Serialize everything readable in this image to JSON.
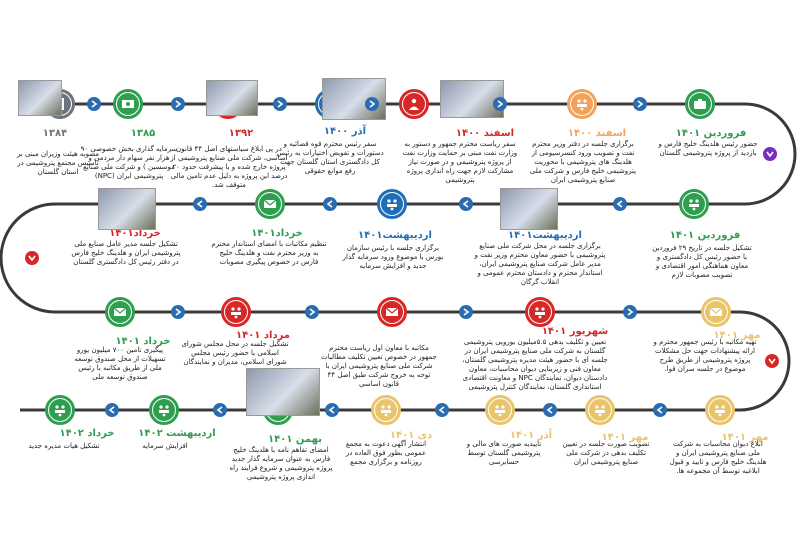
{
  "colors": {
    "track": "#3a3a3a",
    "chevron": "#2b6cb0",
    "green": "#2e9e4f",
    "blue": "#1e6fb8",
    "red": "#d62828",
    "orange": "#f4a259",
    "yellow": "#e9c46a",
    "purple": "#7b2cbf",
    "gray": "#6c757d"
  },
  "events": [
    {
      "id": "e1",
      "date": "۱۳۸۴",
      "desc": "مصوبه هیئت وزیران مبنی بر تاسیس مجتمع پتروشیمی در استان گلستان",
      "icon": "document-icon"
    },
    {
      "id": "e2",
      "date": "۱۳۸۵",
      "desc": "سرمایه گذاری بخش خصوصی ۹۰ هزار نفر سهام دار مردمی و موسسین ) و شرکت ملی صنایع پتروشیمی ایران (NPC)",
      "icon": "money-icon"
    },
    {
      "id": "e3",
      "date": "۱۳۹۲",
      "desc": "در پی ابلاغ سیاستهای اصل ۴۴ قانون اساسی، شرکت ملی صنایع پتروشیمی از پروژه خارج شده و با پیشرفت حدود ۲۰ درصد این پروژه به دلیل عدم تامین مالی متوقف شد.",
      "icon": "stopped-icon"
    },
    {
      "id": "e4",
      "date": "آذر ۱۴۰۰",
      "desc": "سفر رئیس محترم قوه قضائیه و دستورات و تفویض اختیارات به رئیس کل دادگستری استان گلستان جهت رفع موانع حقوقی",
      "icon": "visit-icon"
    },
    {
      "id": "e5",
      "date": "اسفند ۱۴۰۰",
      "desc": "سفر ریاست محترم جمهور و دستور به وزارت نفت مبنی بر حمایت وزارت نفت از پروژه پتروشیمی و در صورت نیاز مشارکت لازم جهت راه اندازی پروژه پتروشیمی",
      "icon": "visit-icon"
    },
    {
      "id": "e6",
      "date": "اسفند ۱۴۰۰",
      "desc": "برگزاری جلسه در دفتر وزیر محترم نفت و تصویب ورود کنسرسیومی از هلدینگ های پتروشیمی با محوریت پتروشیمی خلیج فارس و شرکت ملی صنایع پتروشیمی ایران",
      "icon": "meeting-icon"
    },
    {
      "id": "e7",
      "date": "فروردین ۱۴۰۱",
      "desc": "حضور رئیس هلدینگ خلیج فارس و بازدید از پروژه پتروشیمی گلستان",
      "icon": "briefcase-icon"
    },
    {
      "id": "e8",
      "date": "فروردین ۱۴۰۱",
      "desc": "تشکیل جلسه در تاریخ ۲۹ فروردین با حضور رئیس کل دادگستری و معاون هماهنگی امور اقتصادی و تصویب مصوبات لازم",
      "icon": "meeting-icon"
    },
    {
      "id": "e9",
      "date": "اردیبهشت۱۴۰۱",
      "desc": "برگزاری جلسه در محل شرکت ملی صنایع پتروشیمی با حضور معاون محترم وزیر نفت و مدیر عامل شرکت صنایع پتروشیمی ایران، استاندار محترم و دادستان محترم عمومی و انقلاب گرگان",
      "icon": "meeting-icon"
    },
    {
      "id": "e10",
      "date": "اردیبهشت۱۴۰۱",
      "desc": "برگزاری جلسه با رئیس سازمان بورس با موضوع ورود سرمایه گذار جدید و افزایش سرمایه",
      "icon": "meeting-icon"
    },
    {
      "id": "e11",
      "date": "خرداد۱۴۰۱",
      "desc": "تنظیم مکاتبات با امضای استاندار محترم به وزیر محترم نفت و هلدینگ خلیج فارس در خصوص پیگیری مصوبات",
      "icon": "mail-icon"
    },
    {
      "id": "e12",
      "date": "خرداد۱۴۰۱",
      "desc": "تشکیل جلسه مدیر عامل صنایع ملی پتروشیمی ایران و هلدینگ خلیج فارس در دفتر رئیس کل دادگستری گلستان",
      "icon": "meeting-icon"
    },
    {
      "id": "e13",
      "date": "خرداد ۱۴۰۱",
      "desc": "پیگیری تامین ۷۰۰ میلیون یورو تسهیلات از محل صندوق توسعه ملی از طریق مکاتبه با رئیس صندوق توسعه ملی",
      "icon": "mail-icon"
    },
    {
      "id": "e14",
      "date": "مرداد ۱۴۰۱",
      "desc": "تشکیل جلسه در محل مجلس شورای اسلامی با حضور رئیس مجلس شورای اسلامی، مدیران و نمایندگان",
      "icon": "meeting-icon"
    },
    {
      "id": "e15",
      "date": "",
      "desc": "مکاتبه با معاون اول ریاست محترم جمهور در خصوص تعیین تکلیف مطالبات شرکت ملی صنایع پتروشیمی ایران با توجه به خروج شرکت طبق اصل ۴۴ قانون اساسی",
      "icon": "mail-icon"
    },
    {
      "id": "e16",
      "date": "شهریور ۱۴۰۱",
      "desc": "تعیین و تکلیف بدهی ۵.۵میلیون یورویی پتروشیمی گلستان به شرکت ملی صنایع پتروشیمی ایران در جلسه ای با حضور هیئت مدیره پتروشیمی گلستان، معاون فنی و زیربنایی دیوان محاسبات، معاون دادستان دیوان، نمایندگان NPC و معاونت اقتصادی استانداری گلستان، نمایندگان کنترل پتروشیمی",
      "icon": "meeting-icon"
    },
    {
      "id": "e17",
      "date": "مهر ۱۴۰۱",
      "desc": "تهیه مکاتبه با رئیس جمهور محترم و ارائه پیشنهادات جهت حل مشکلات پروژه پتروشیمی از طریق طرح موضوع در جلسه سران قوا.",
      "icon": "mail-icon"
    },
    {
      "id": "e18",
      "date": "مهر ۱۴۰۱",
      "desc": "ابلاغ دیوان محاسبات به شرکت ملی صنایع پتروشیمی ایران و هلدینگ خلیج فارس و تایید و قبول ابلاغیه توسط آن مجموعه ها.",
      "icon": "meeting-icon"
    },
    {
      "id": "e19",
      "date": "مهر ۱۴۰۱",
      "desc": "تصویب صورت جلسه در تعیین تکلیف بدهی در شرکت ملی صنایع پتروشیمی ایران",
      "icon": "meeting-icon"
    },
    {
      "id": "e20",
      "date": "آذر ۱۴۰۱",
      "desc": "تاییدیه صورت های مالی و پتروشیمی گلستان توسط حسابرسی",
      "icon": "meeting-icon"
    },
    {
      "id": "e21",
      "date": "دی ۱۴۰۱",
      "desc": "انتشار آگهی دعوت به مجمع عمومی بطور فوق العاده در روزنامه و برگزاری مجمع",
      "icon": "meeting-icon"
    },
    {
      "id": "e22",
      "date": "بهمن ۱۴۰۱",
      "desc": "امضای تفاهم نامه با هلدینگ خلیج فارس به عنوان سرمایه گذار جدید پروژه پتروشیمی و شروع فرایند راه اندازی پروژه پتروشیمی",
      "icon": "handshake-icon"
    },
    {
      "id": "e23",
      "date": "اردیبهشت ۱۴۰۲",
      "desc": "افزایش سرمایه",
      "icon": "meeting-icon"
    },
    {
      "id": "e24",
      "date": "خرداد ۱۴۰۲",
      "desc": "تشکیل هیات مدیره جدید",
      "icon": "meeting-icon"
    }
  ],
  "highlights": {
    "e3_a": "خارج شده",
    "e3_b": "متوقف",
    "e16": "بدهی ۵.۵میلیون یورویی"
  }
}
